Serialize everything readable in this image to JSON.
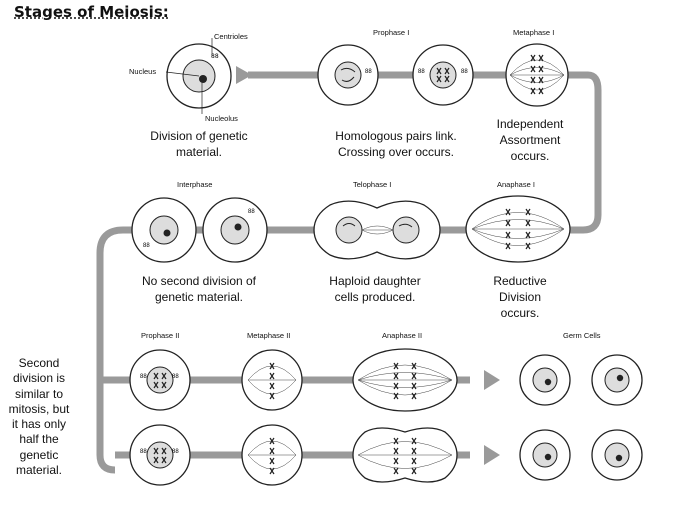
{
  "title": "Stages of Meiosis:",
  "stage_labels": {
    "centrioles": "Centrioles",
    "nucleus": "Nucleus",
    "nucleolus": "Nucleolus",
    "prophase_1": "Prophase I",
    "metaphase_1": "Metaphase I",
    "interphase": "Interphase",
    "telophase_1": "Telophase I",
    "anaphase_1": "Anaphase I",
    "prophase_2": "Prophase II",
    "metaphase_2": "Metaphase II",
    "anaphase_2": "Anaphase II",
    "germ_cells": "Germ Cells"
  },
  "descriptions": {
    "division_genetic": "Division of genetic\nmaterial.",
    "homologous": "Homologous pairs link.\nCrossing over occurs.",
    "independent": "Independent\nAssortment\noccurs.",
    "no_second": "No second division of\ngenetic material.",
    "haploid": "Haploid daughter\ncells produced.",
    "reductive": "Reductive\nDivision\noccurs."
  },
  "side_note": "Second\ndivision is\nsimilar to\nmitosis, but\nit has only\nhalf the\ngenetic\nmaterial.",
  "colors": {
    "arrow": "#9a9a9a",
    "cell_outline": "#222222",
    "nucleus_fill": "#dddddd"
  }
}
